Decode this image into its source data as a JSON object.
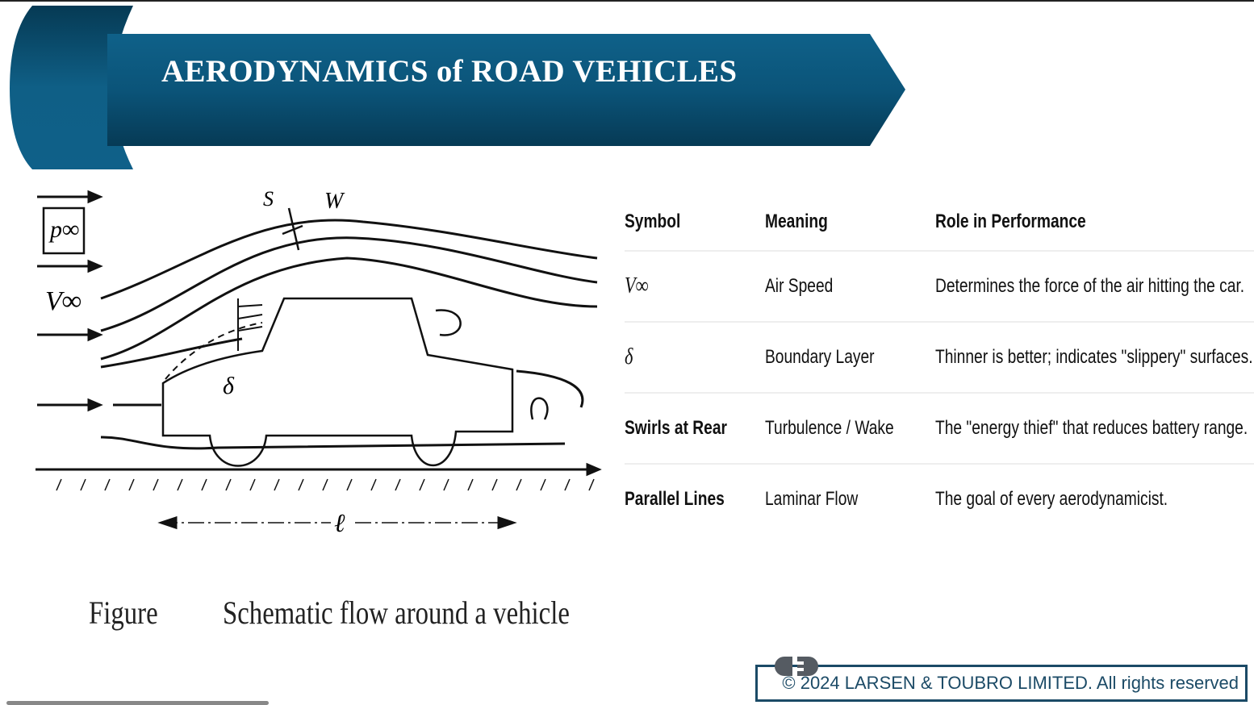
{
  "header": {
    "title": "AERODYNAMICS of ROAD VEHICLES"
  },
  "figure": {
    "labels": {
      "pressure": "p∞",
      "velocity": "V∞",
      "s": "S",
      "w": "W",
      "delta": "δ",
      "length": "ℓ"
    },
    "caption_label": "Figure",
    "caption_text": "Schematic flow around a vehicle"
  },
  "table": {
    "headers": [
      "Symbol",
      "Meaning",
      "Role in Performance"
    ],
    "rows": [
      {
        "symbol": "V∞",
        "meaning": "Air Speed",
        "role": "Determines the force of the air hitting the car."
      },
      {
        "symbol": "δ",
        "meaning": "Boundary Layer",
        "role": "Thinner is better; indicates \"slippery\" surfaces."
      },
      {
        "symbol": "Swirls at Rear",
        "meaning": "Turbulence / Wake",
        "role": "The \"energy thief\" that reduces battery range."
      },
      {
        "symbol": "Parallel Lines",
        "meaning": "Laminar Flow",
        "role": "The goal of every aerodynamicist."
      }
    ]
  },
  "footer": {
    "copyright": "© 2024 LARSEN & TOUBRO LIMITED. All rights reserved"
  },
  "colors": {
    "banner": "#0f5f86",
    "banner_dark": "#073a55",
    "footer_border": "#1b4a66"
  }
}
